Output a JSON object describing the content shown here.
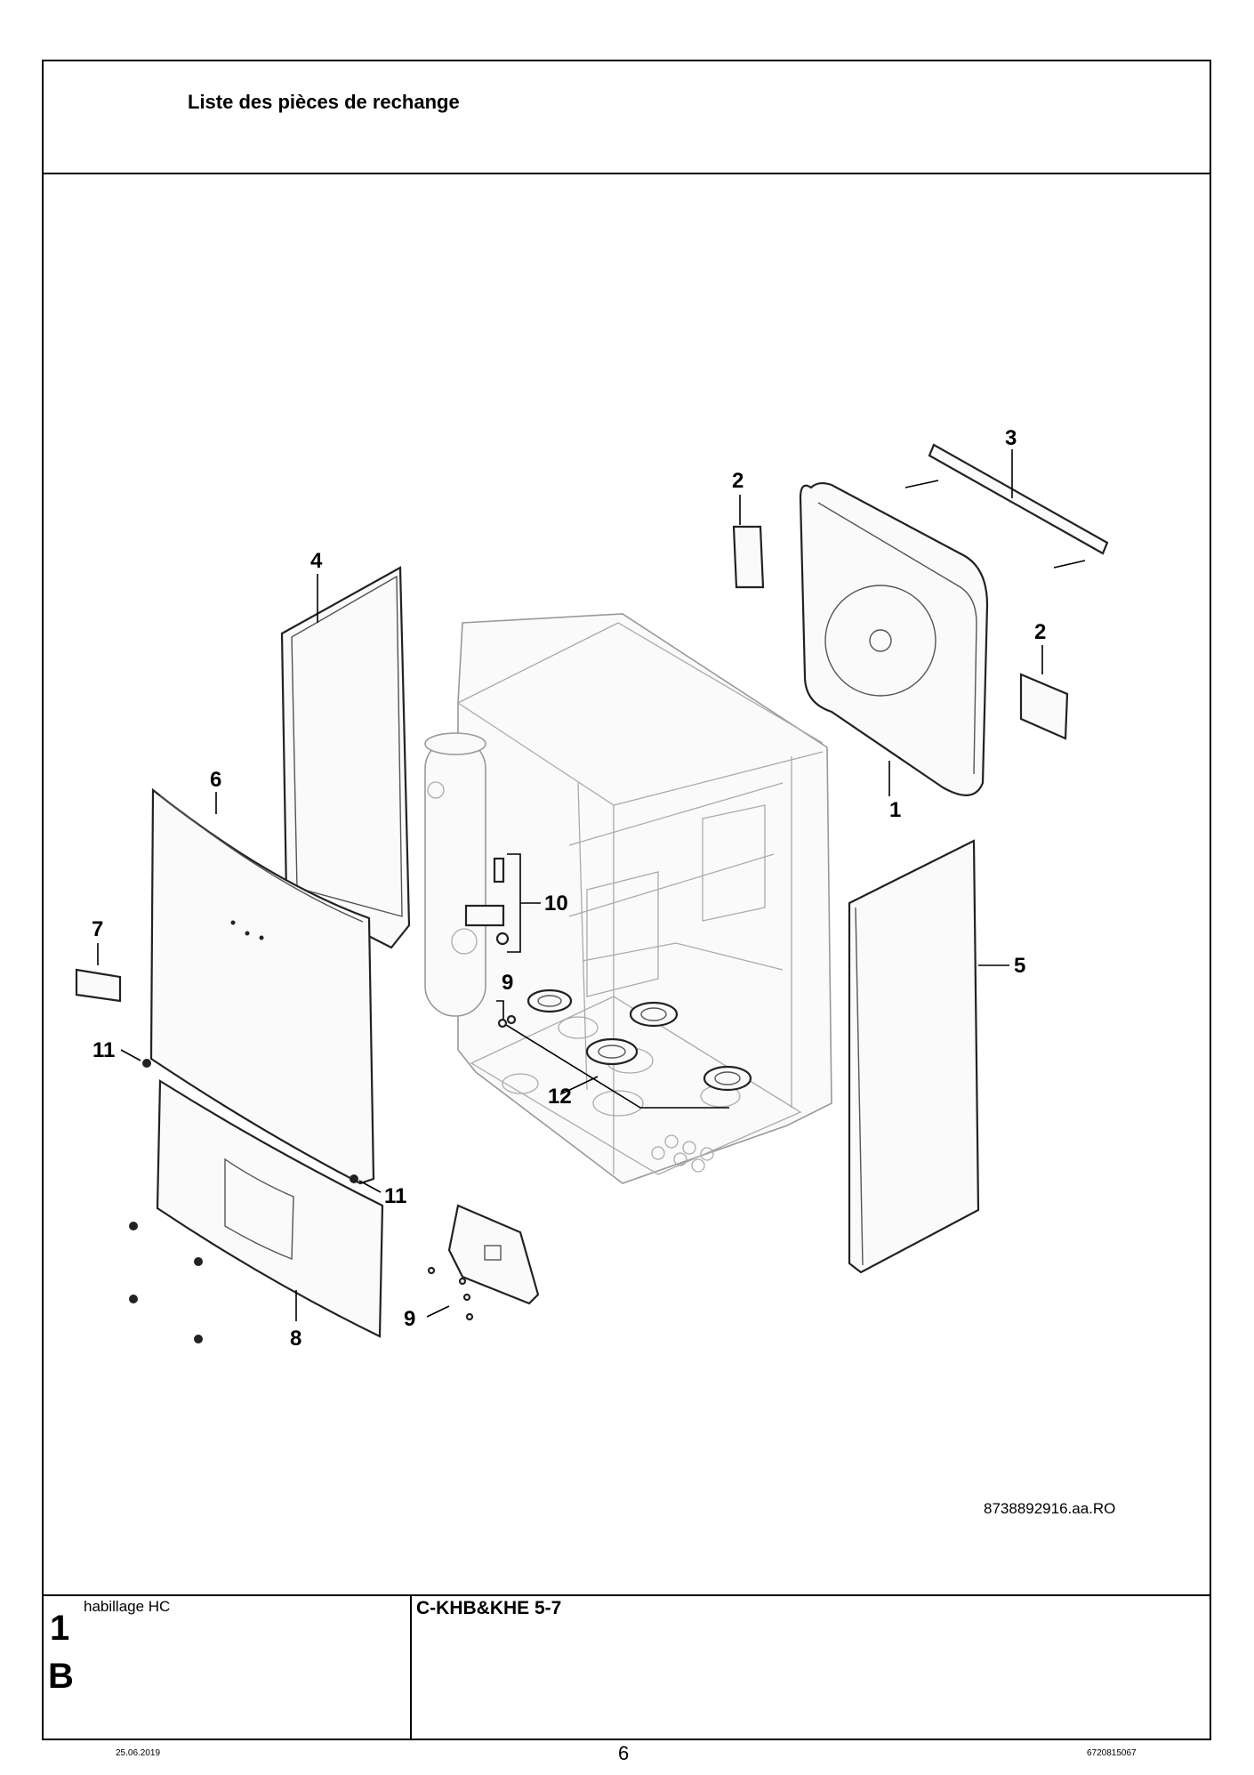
{
  "header": {
    "title": "Liste des pièces de rechange"
  },
  "diagram": {
    "reference_code": "8738892916.aa.RO",
    "callouts": [
      "1",
      "2",
      "2",
      "3",
      "4",
      "5",
      "6",
      "7",
      "8",
      "9",
      "9",
      "10",
      "11",
      "11",
      "12"
    ]
  },
  "footer": {
    "section_label": "habillage HC",
    "section_number": "1",
    "section_letter": "B",
    "model": "C-KHB&KHE 5-7",
    "date": "25.06.2019",
    "page_number": "6",
    "document_number": "6720815067"
  }
}
